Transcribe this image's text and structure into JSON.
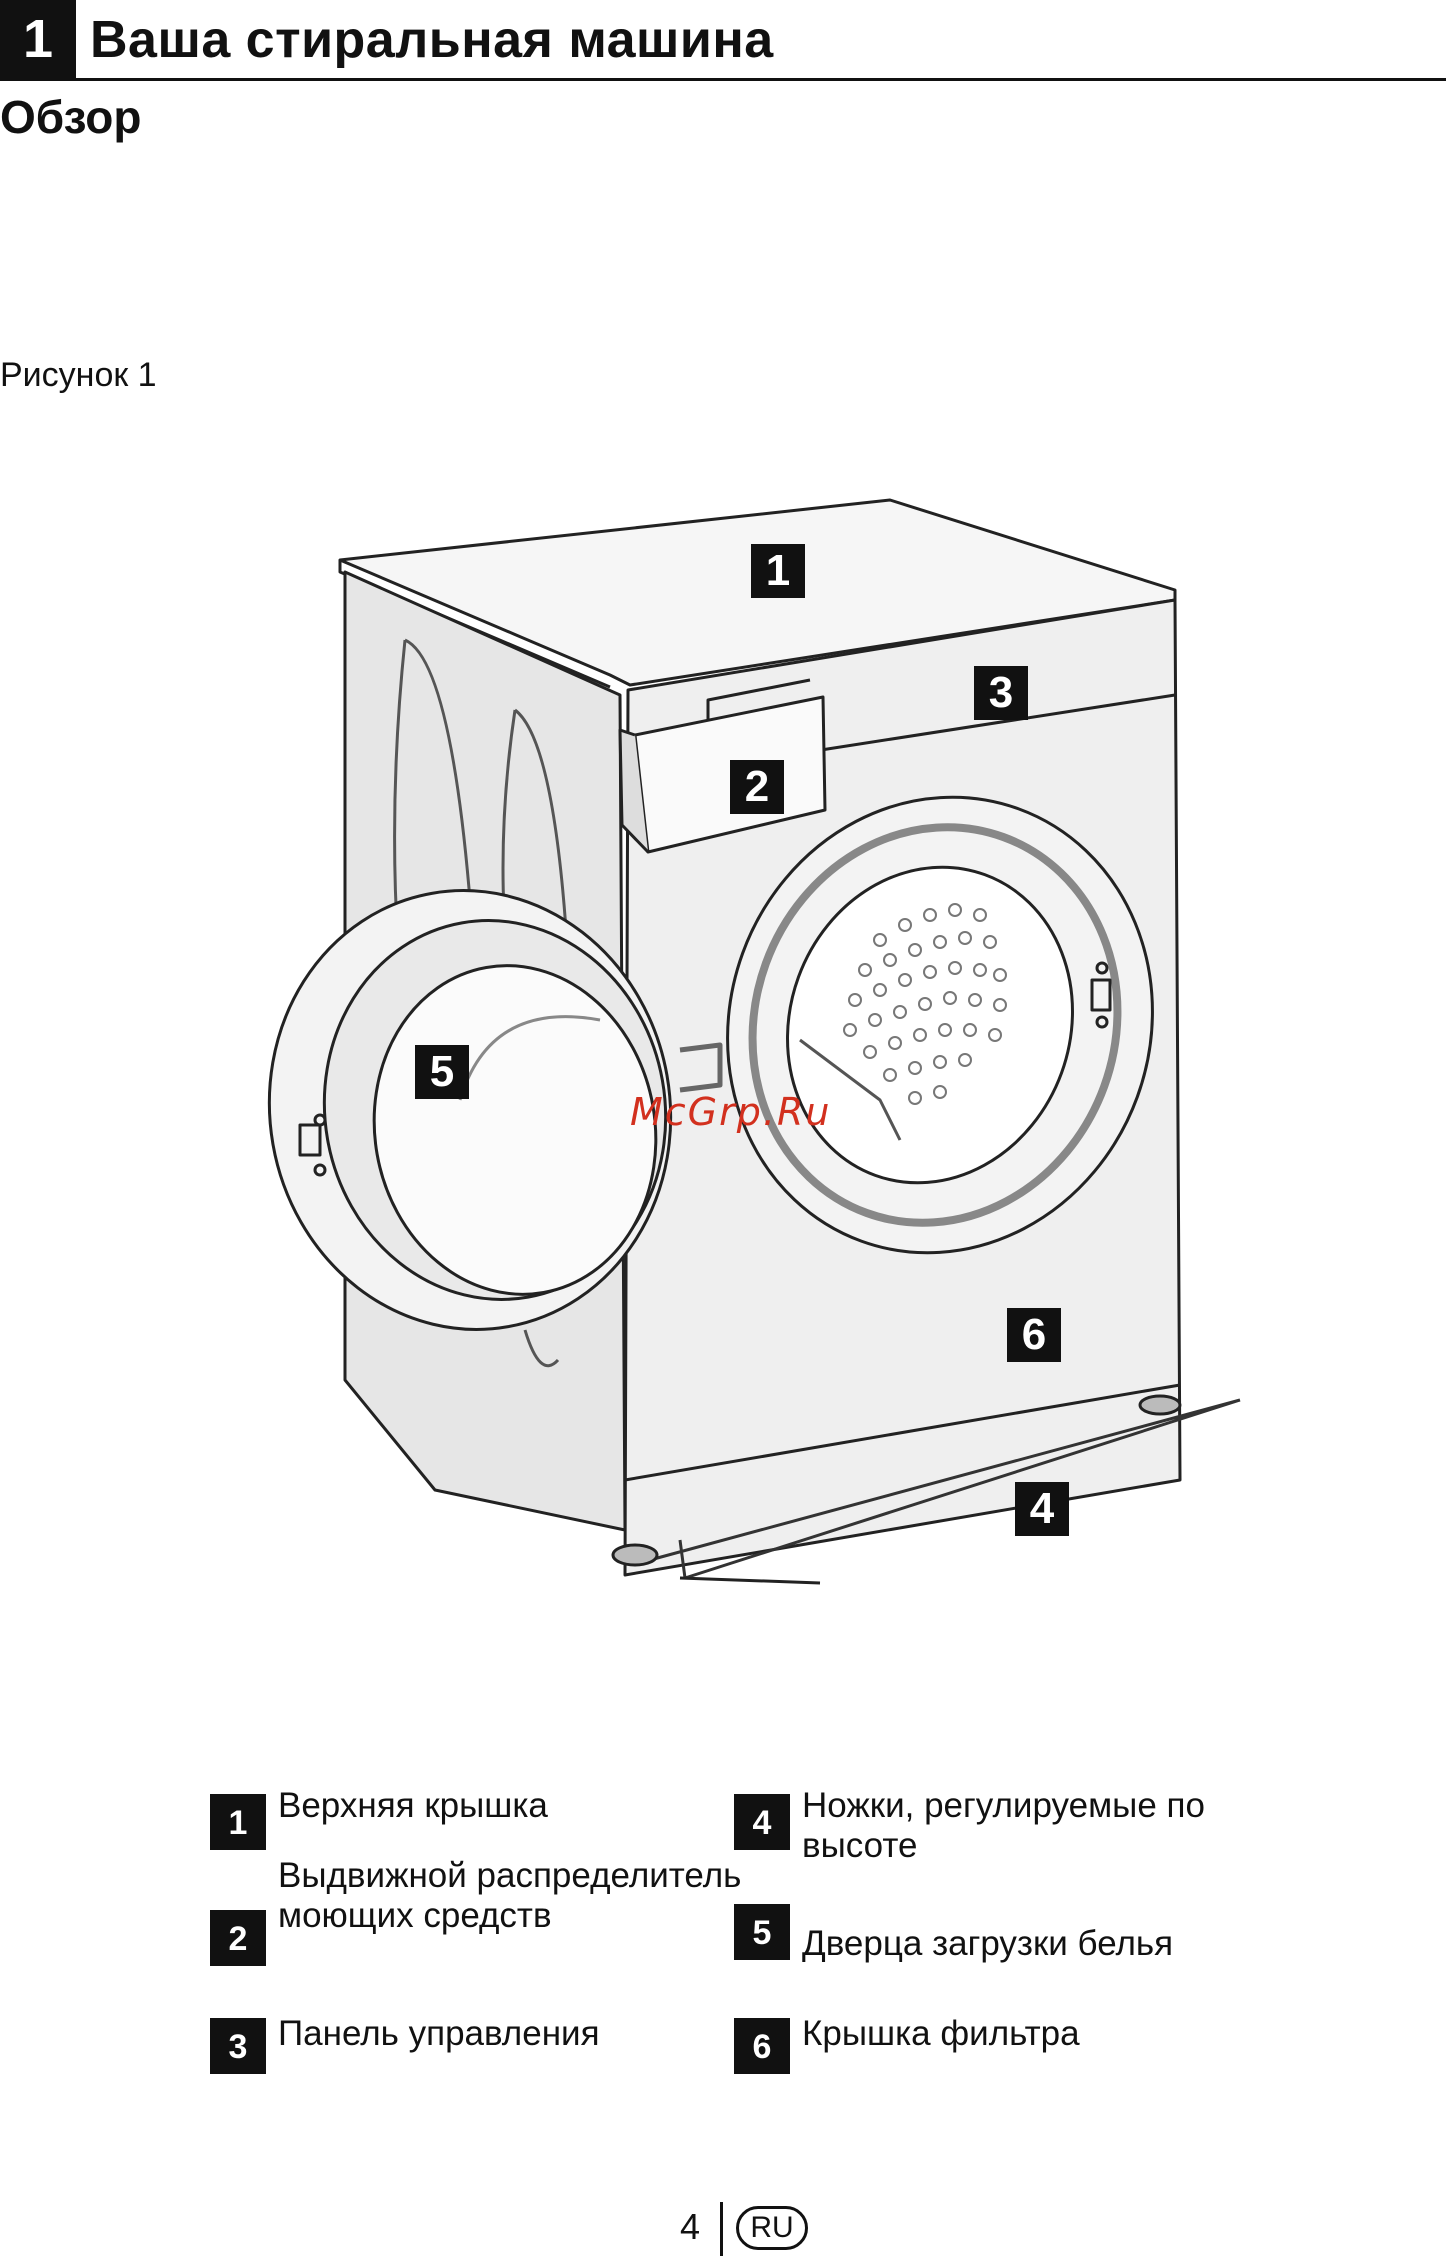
{
  "header": {
    "chapter_number": "1",
    "chapter_title": "Ваша стиральная машина"
  },
  "section": {
    "title": "Обзор"
  },
  "figure": {
    "caption": "Рисунок 1",
    "watermark": "McGrp.Ru",
    "callouts": [
      "1",
      "2",
      "3",
      "4",
      "5",
      "6"
    ]
  },
  "legend": [
    {
      "num": "1",
      "label": "Верхняя крышка"
    },
    {
      "num": "2",
      "label": "Выдвижной распределитель моющих средств"
    },
    {
      "num": "3",
      "label": "Панель управления"
    },
    {
      "num": "4",
      "label": "Ножки, регулируемые по высоте"
    },
    {
      "num": "5",
      "label": "Дверца загрузки белья"
    },
    {
      "num": "6",
      "label": "Крышка фильтра"
    }
  ],
  "footer": {
    "page_number": "4",
    "language": "RU"
  }
}
